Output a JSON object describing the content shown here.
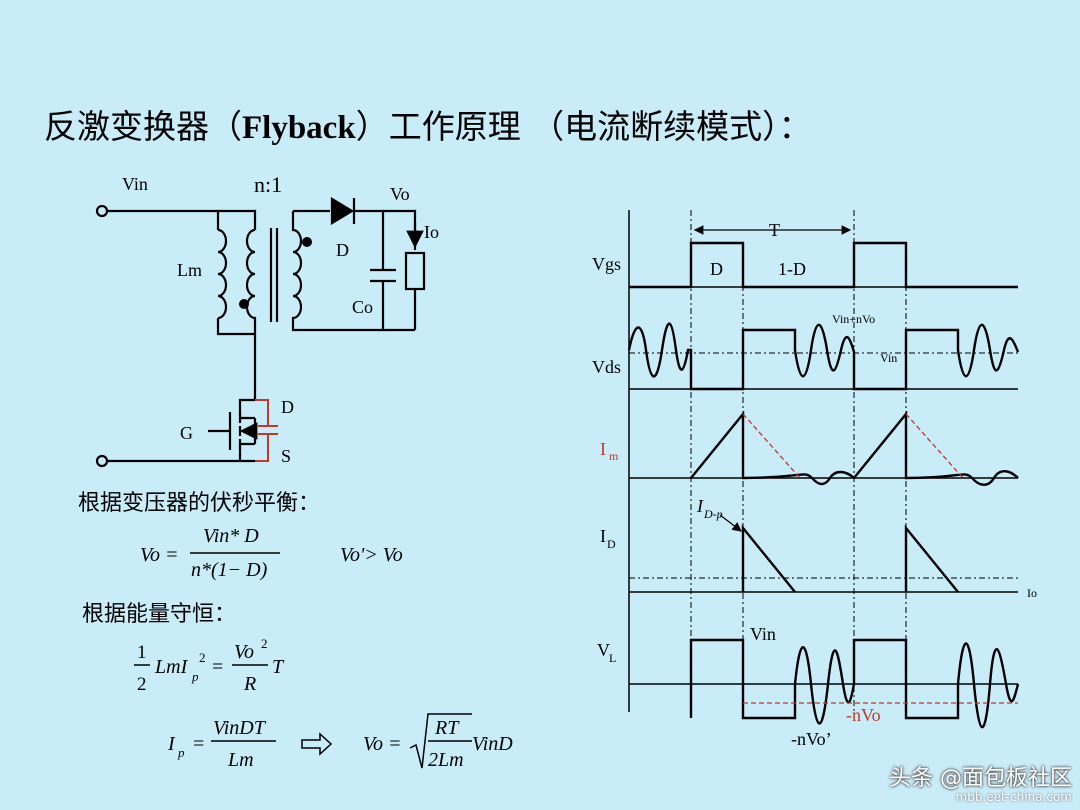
{
  "title": {
    "prefix": "反激变换器（",
    "bold": "Flyback",
    "suffix": "）工作原理 （电流断续模式）："
  },
  "circuit": {
    "vin": "Vin",
    "ratio": "n:1",
    "lm": "Lm",
    "diode": "D",
    "co": "Co",
    "vo": "Vo",
    "io": "Io",
    "gate": "G",
    "drain": "D",
    "source": "S"
  },
  "equations": {
    "heading1": "根据变压器的伏秒平衡：",
    "eq1_lhs": "Vo =",
    "eq1_num": "Vin* D",
    "eq1_den": "n*(1− D)",
    "eq1_side": "Vo'> Vo",
    "heading2": "根据能量守恒：",
    "eq2_half_num": "1",
    "eq2_half_den": "2",
    "eq2_lm": "LmI",
    "eq2_sub": "p",
    "eq2_sup": "2",
    "eq2_eq": "=",
    "eq2_num": "Vo",
    "eq2_num_sup": "2",
    "eq2_den": "R",
    "eq2_T": "T",
    "eq3_lhs": "I",
    "eq3_sub": "p",
    "eq3_eq": "=",
    "eq3_num": "VinDT",
    "eq3_den": "Lm",
    "eq4_lhs": "Vo =",
    "eq4_num": "RT",
    "eq4_den": "2Lm",
    "eq4_tail": "VinD"
  },
  "waveforms": {
    "period": "T",
    "duty": "D",
    "offduty": "1-D",
    "vgs": "Vgs",
    "vds": "Vds",
    "vin_nvo": "Vin+nVo",
    "vin_small": "Vin",
    "im": "I",
    "im_sub": "m",
    "id": "I",
    "id_sub": "D",
    "idp": "I",
    "idp_sub": "D-p",
    "io": "Io",
    "vl": "V",
    "vl_sub": "L",
    "vl_vin": "Vin",
    "nvo": "-nVo",
    "nvo2": "-nVo’"
  },
  "watermark": {
    "line1": "头条 @面包板社区",
    "line2": "mbb.eet-china.com"
  },
  "colors": {
    "background": "#c9ecf9",
    "red": "#c0392b"
  }
}
